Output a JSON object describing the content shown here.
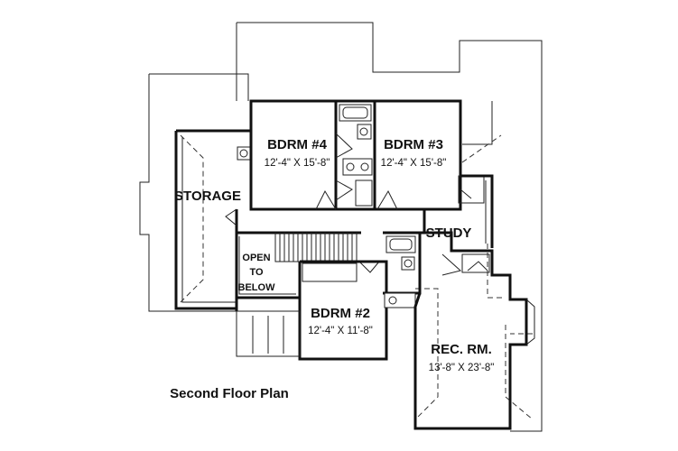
{
  "title": "Second Floor Plan",
  "rooms": {
    "bdrm4": {
      "name": "BDRM #4",
      "dims": "12'-4\" X 15'-8\""
    },
    "bdrm3": {
      "name": "BDRM #3",
      "dims": "12'-4\" X 15'-8\""
    },
    "bdrm2": {
      "name": "BDRM #2",
      "dims": "12'-4\" X 11'-8\""
    },
    "rec": {
      "name": "REC. RM.",
      "dims": "13'-8\" X 23'-8\""
    },
    "storage": {
      "name": "STORAGE"
    },
    "study": {
      "name": "STUDY"
    },
    "open": {
      "line1": "OPEN",
      "line2": "TO",
      "line3": "BELOW"
    }
  }
}
